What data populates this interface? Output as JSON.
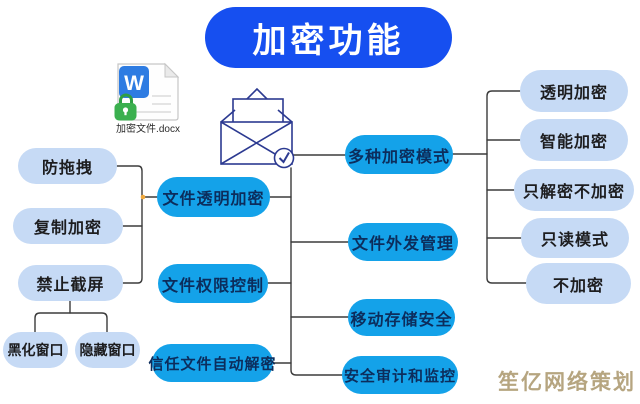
{
  "title": {
    "label": "加密功能"
  },
  "file_icon": {
    "caption": "加密文件.docx",
    "badge_letter": "W"
  },
  "mindmap": {
    "left_level2": [
      {
        "label": "文件透明加密"
      },
      {
        "label": "文件权限控制"
      },
      {
        "label": "信任文件自动解密"
      }
    ],
    "left_level3": [
      {
        "label": "防拖拽"
      },
      {
        "label": "复制加密"
      },
      {
        "label": "禁止截屏"
      }
    ],
    "left_level4": [
      {
        "label": "黑化窗口"
      },
      {
        "label": "隐藏窗口"
      }
    ],
    "right_level2": [
      {
        "label": "多种加密模式"
      },
      {
        "label": "文件外发管理"
      },
      {
        "label": "移动存储安全"
      },
      {
        "label": "安全审计和监控"
      }
    ],
    "right_level3": [
      {
        "label": "透明加密"
      },
      {
        "label": "智能加密"
      },
      {
        "label": "只解密不加密"
      },
      {
        "label": "只读模式"
      },
      {
        "label": "不加密"
      }
    ]
  },
  "watermark": {
    "label": "笙亿网络策划",
    "color": "#b3a17a"
  },
  "colors": {
    "root_blue": "#164ff0",
    "bright_blue": "#14a2e9",
    "light_blue": "#c6daf5",
    "connector": "#3b3b3b",
    "envelope_stroke": "#2c3a91",
    "word_badge_blue": "#2e7ce2",
    "lock_green": "#3bb04f",
    "watermark_tan": "#b3a17a"
  }
}
